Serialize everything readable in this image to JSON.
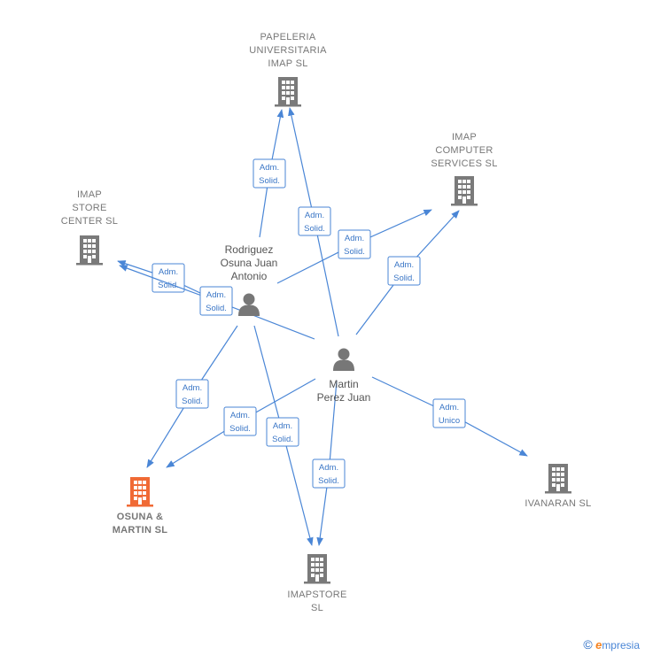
{
  "colors": {
    "edge": "#4a86d6",
    "building": "#7a7a7a",
    "focus_building": "#f06a35",
    "person": "#777777"
  },
  "nodes": [
    {
      "id": "papeleria",
      "kind": "company",
      "lines": [
        "PAPELERIA",
        "UNIVERSITARIA",
        "IMAP  SL"
      ],
      "icon": "building-icon"
    },
    {
      "id": "imap_computer",
      "kind": "company",
      "lines": [
        "IMAP",
        "COMPUTER",
        "SERVICES  SL"
      ],
      "icon": "building-icon"
    },
    {
      "id": "imap_store",
      "kind": "company",
      "lines": [
        "IMAP",
        "STORE",
        "CENTER  SL"
      ],
      "icon": "building-icon"
    },
    {
      "id": "rodriguez",
      "kind": "person",
      "lines": [
        "Rodriguez",
        "Osuna Juan",
        "Antonio"
      ],
      "icon": "person-icon"
    },
    {
      "id": "martin",
      "kind": "person",
      "lines": [
        "Martin",
        "Perez Juan"
      ],
      "icon": "person-icon"
    },
    {
      "id": "osuna",
      "kind": "company",
      "focus": true,
      "lines": [
        "OSUNA &",
        "MARTIN  SL"
      ],
      "icon": "building-icon"
    },
    {
      "id": "imapstore",
      "kind": "company",
      "lines": [
        "IMAPSTORE",
        "SL"
      ],
      "icon": "building-icon"
    },
    {
      "id": "ivanaran",
      "kind": "company",
      "lines": [
        "IVANARAN SL"
      ],
      "icon": "building-icon"
    }
  ],
  "edges": [
    {
      "from": "rodriguez",
      "to": "papeleria",
      "label": [
        "Adm.",
        "Solid."
      ]
    },
    {
      "from": "martin",
      "to": "papeleria",
      "label": [
        "Adm.",
        "Solid."
      ]
    },
    {
      "from": "rodriguez",
      "to": "imap_computer",
      "label": [
        "Adm.",
        "Solid."
      ]
    },
    {
      "from": "martin",
      "to": "imap_computer",
      "label": [
        "Adm.",
        "Solid."
      ]
    },
    {
      "from": "rodriguez",
      "to": "imap_store",
      "label": [
        "Adm.",
        "Solid."
      ]
    },
    {
      "from": "martin",
      "to": "imap_store",
      "label": [
        "Adm.",
        "Solid."
      ]
    },
    {
      "from": "rodriguez",
      "to": "osuna",
      "label": [
        "Adm.",
        "Solid."
      ]
    },
    {
      "from": "martin",
      "to": "osuna",
      "label": [
        "Adm.",
        "Solid."
      ]
    },
    {
      "from": "rodriguez",
      "to": "imapstore",
      "label": [
        "Adm.",
        "Solid."
      ]
    },
    {
      "from": "martin",
      "to": "imapstore",
      "label": [
        "Adm.",
        "Solid."
      ]
    },
    {
      "from": "martin",
      "to": "ivanaran",
      "label": [
        "Adm.",
        "Unico"
      ]
    }
  ],
  "footer": {
    "copyright_symbol": "©",
    "brand_initial": "e",
    "brand_rest": "mpresia"
  }
}
